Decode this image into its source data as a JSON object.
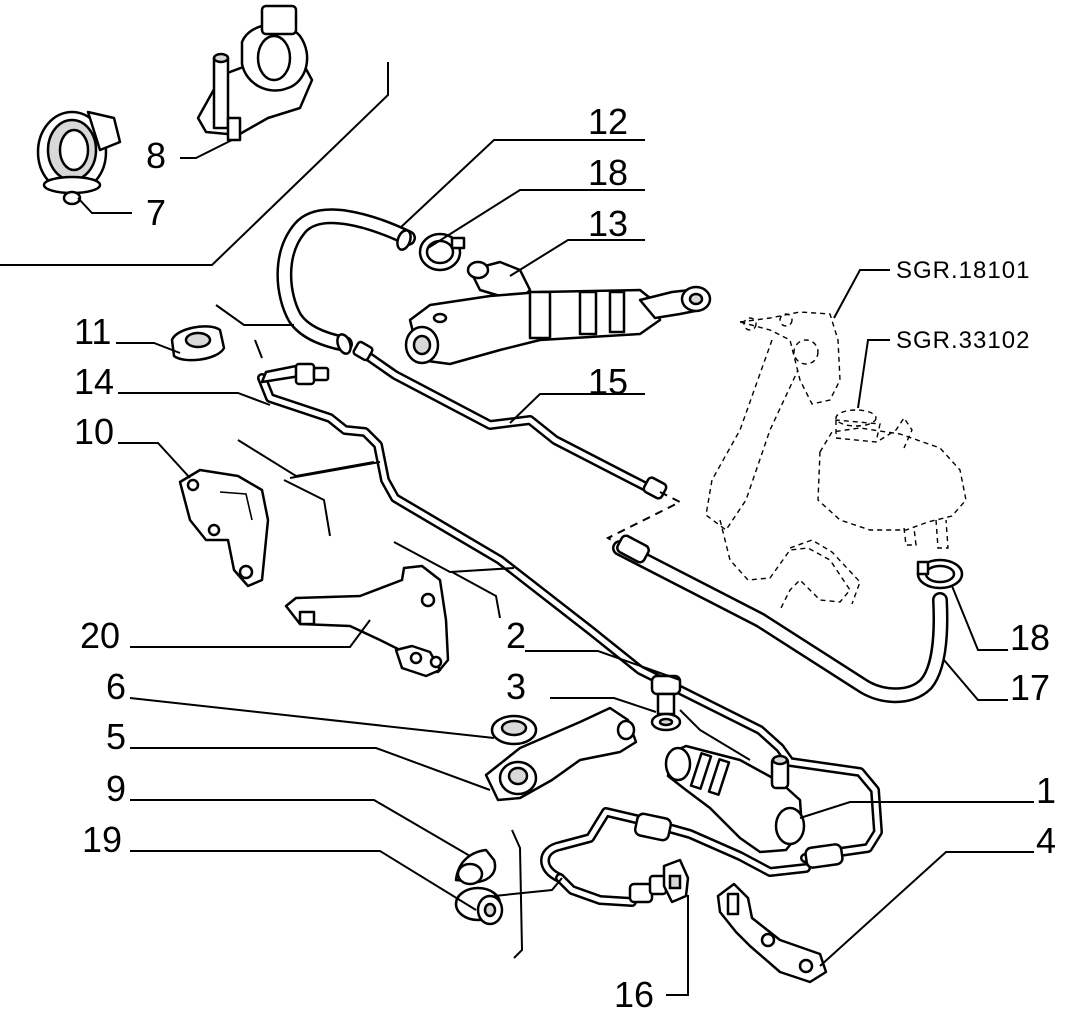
{
  "labels": {
    "l1": "1",
    "l2": "2",
    "l3": "3",
    "l4": "4",
    "l5": "5",
    "l6": "6",
    "l7": "7",
    "l8": "8",
    "l9": "9",
    "l10": "10",
    "l11": "11",
    "l12": "12",
    "l13": "13",
    "l14": "14",
    "l15": "15",
    "l16": "16",
    "l17": "17",
    "l18a": "18",
    "l18b": "18",
    "l19": "19",
    "l20": "20"
  },
  "references": {
    "pedal_ref": "SGR.18101",
    "reservoir_ref": "SGR.33102"
  }
}
